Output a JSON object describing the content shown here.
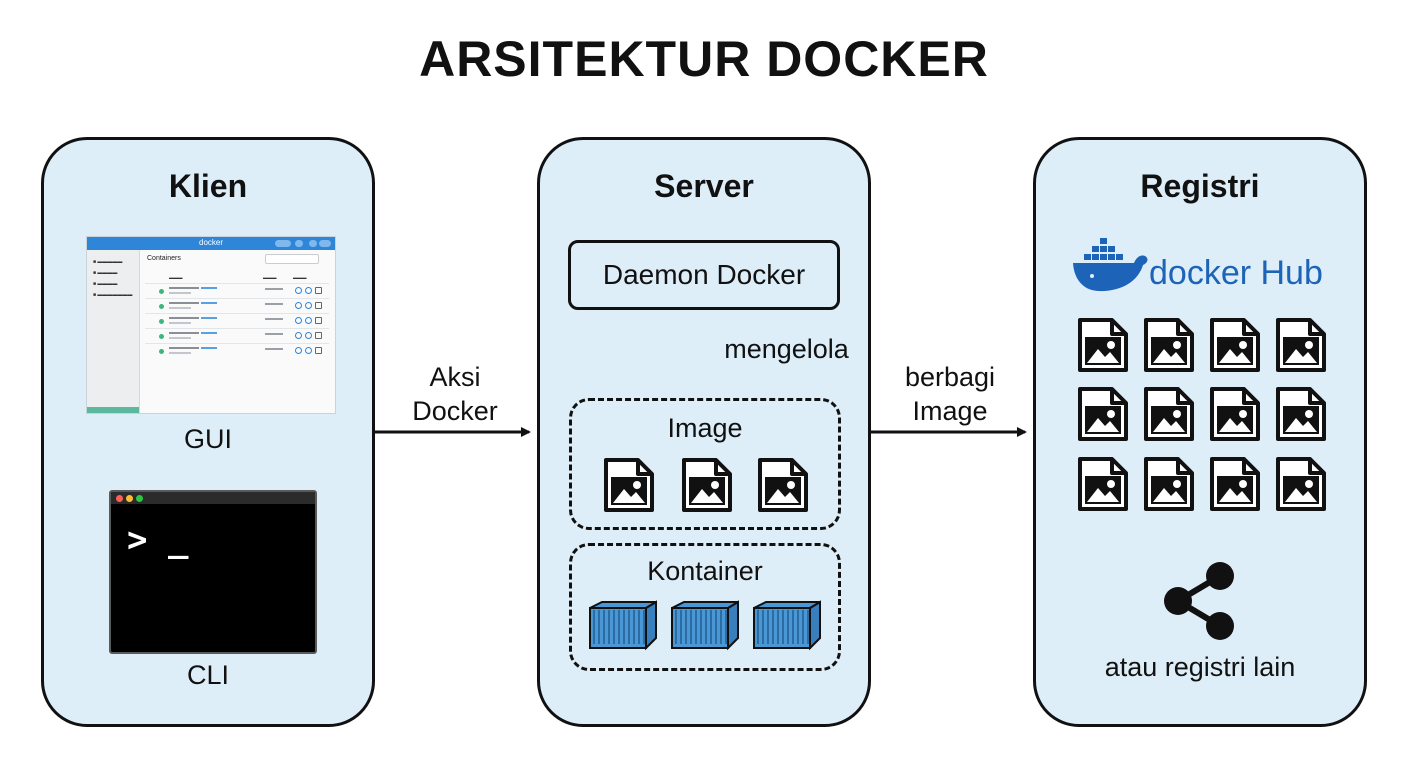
{
  "title": "ARSITEKTUR DOCKER",
  "client": {
    "title": "Klien",
    "gui_label": "GUI",
    "cli_label": "CLI",
    "gui_window": {
      "brand": "docker",
      "section_title": "Containers"
    },
    "cli_window": {
      "prompt": "> _"
    }
  },
  "arrows": {
    "client_to_server": [
      "Aksi",
      "Docker"
    ],
    "daemon_to_image": "mengelola",
    "server_to_registry": [
      "berbagi",
      "Image"
    ]
  },
  "server": {
    "title": "Server",
    "daemon": "Daemon Docker",
    "image_group": "Image",
    "container_group": "Kontainer"
  },
  "registry": {
    "title": "Registri",
    "hub_text": "docker Hub",
    "other": "atau registri lain"
  },
  "colors": {
    "panel_fill": "#ddeef8",
    "docker_blue": "#1d63b8",
    "container_blue": "#4a97d6"
  },
  "icons": {
    "image": "image-file-icon",
    "container": "shipping-container-icon",
    "share": "share-icon",
    "whale": "docker-whale-logo"
  }
}
